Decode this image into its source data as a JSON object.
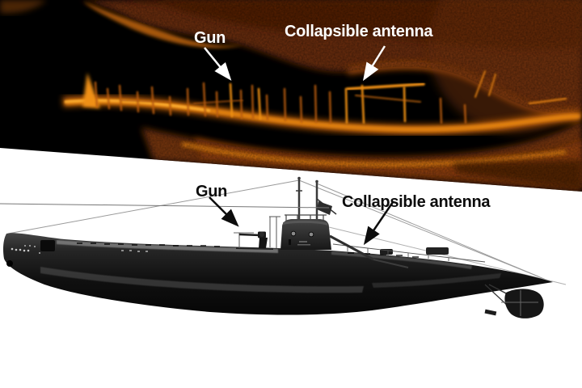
{
  "figure": {
    "sonar_panel": {
      "content": "side-scan sonar image of submarine wreck lying on seabed",
      "annotations": [
        {
          "label": "Gun",
          "arrow_direction": "down-right"
        },
        {
          "label": "Collapsible antenna",
          "arrow_direction": "down-left"
        }
      ],
      "colors": {
        "background": "#000000",
        "sonar_bright": "#f09018",
        "sonar_mid": "#8a3c08",
        "sonar_dark": "#50200a",
        "label_text": "#ffffff"
      }
    },
    "photo_panel": {
      "content": "black-and-white side photograph of submarine with conning tower, deck gun and rigging wires",
      "annotations": [
        {
          "label": "Gun",
          "arrow_direction": "down-right"
        },
        {
          "label": "Collapsible antenna",
          "arrow_direction": "down-left"
        }
      ],
      "colors": {
        "background": "#ffffff",
        "hull": "#1a1a1a",
        "label_text": "#0c0c0c"
      }
    }
  }
}
